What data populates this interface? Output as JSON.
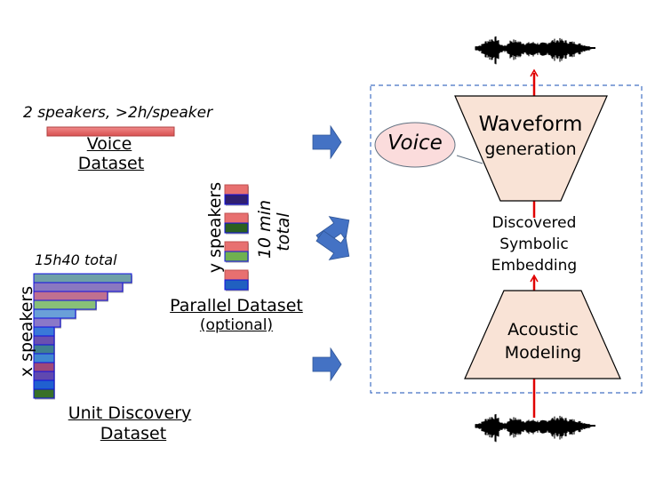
{
  "voice_dataset": {
    "caption": "2 speakers, >2h/speaker",
    "title_line1": "Voice",
    "title_line2": "Dataset",
    "bar_color": "#e06060"
  },
  "unit_discovery_dataset": {
    "caption": "15h40 total",
    "axis_label": "x speakers",
    "title_line1": "Unit Discovery",
    "title_line2": "Dataset",
    "bars": [
      {
        "relative_length": 1.0,
        "color": "#6fa0a8"
      },
      {
        "relative_length": 0.91,
        "color": "#8a78c0"
      },
      {
        "relative_length": 0.75,
        "color": "#c07090"
      },
      {
        "relative_length": 0.64,
        "color": "#88c078"
      },
      {
        "relative_length": 0.43,
        "color": "#6aa0d8"
      },
      {
        "relative_length": 0.27,
        "color": "#8a78c8"
      },
      {
        "relative_length": 0.21,
        "color": "#3a78d8"
      },
      {
        "relative_length": 0.21,
        "color": "#6a50b0"
      },
      {
        "relative_length": 0.21,
        "color": "#408090"
      },
      {
        "relative_length": 0.21,
        "color": "#4088d0"
      },
      {
        "relative_length": 0.21,
        "color": "#a04878"
      },
      {
        "relative_length": 0.21,
        "color": "#6048b0"
      },
      {
        "relative_length": 0.21,
        "color": "#2060d0"
      },
      {
        "relative_length": 0.21,
        "color": "#387028"
      }
    ]
  },
  "parallel_dataset": {
    "axis_label": "y speakers",
    "side_label_line1": "10 min",
    "side_label_line2": "total",
    "title_line1": "Parallel Dataset",
    "title_line2": "(optional)",
    "pairs": [
      {
        "top_color": "#e87070",
        "bottom_color": "#302070"
      },
      {
        "top_color": "#e87070",
        "bottom_color": "#2a6020"
      },
      {
        "top_color": "#e87070",
        "bottom_color": "#70b050"
      },
      {
        "top_color": "#e87070",
        "bottom_color": "#2060c0"
      }
    ]
  },
  "model": {
    "waveform_block_line1": "Waveform",
    "waveform_block_line2": "generation",
    "voice_bubble": "Voice",
    "embedding_line1": "Discovered",
    "embedding_line2": "Symbolic",
    "embedding_line3": "Embedding",
    "acoustic_block_line1": "Acoustic",
    "acoustic_block_line2": "Modeling",
    "block_fill": "#f9e3d6",
    "bubble_fill": "#fbdcdc",
    "arrow_color": "#e00000",
    "frame_color": "#4472c4",
    "flow_arrow_color": "#4472c4"
  }
}
